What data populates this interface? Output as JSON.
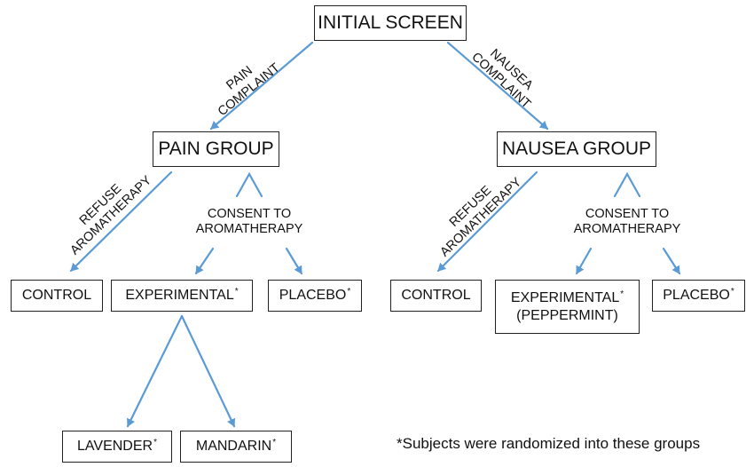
{
  "diagram": {
    "nodes": {
      "initial_screen": "INITIAL SCREEN",
      "pain_group": "PAIN GROUP",
      "nausea_group": "NAUSEA GROUP",
      "pain_control": "CONTROL",
      "pain_experimental": "EXPERIMENTAL",
      "pain_placebo": "PLACEBO",
      "nausea_control": "CONTROL",
      "nausea_experimental": "EXPERIMENTAL",
      "nausea_experimental_sub": "(PEPPERMINT)",
      "nausea_placebo": "PLACEBO",
      "lavender": "LAVENDER",
      "mandarin": "MANDARIN"
    },
    "edge_labels": {
      "pain_complaint_1": "PAIN",
      "pain_complaint_2": "COMPLAINT",
      "nausea_complaint_1": "NAUSEA",
      "nausea_complaint_2": "COMPLAINT",
      "pain_refuse_1": "REFUSE",
      "pain_refuse_2": "AROMATHERAPY",
      "nausea_refuse_1": "REFUSE",
      "nausea_refuse_2": "AROMATHERAPY",
      "pain_consent_1": "CONSENT TO",
      "pain_consent_2": "AROMATHERAPY",
      "nausea_consent_1": "CONSENT TO",
      "nausea_consent_2": "AROMATHERAPY"
    },
    "randomized_marker": "*",
    "footnote": "*Subjects were randomized into these groups",
    "colors": {
      "arrow": "#5b9bd5",
      "box_border": "#222222",
      "text": "#111111"
    }
  }
}
